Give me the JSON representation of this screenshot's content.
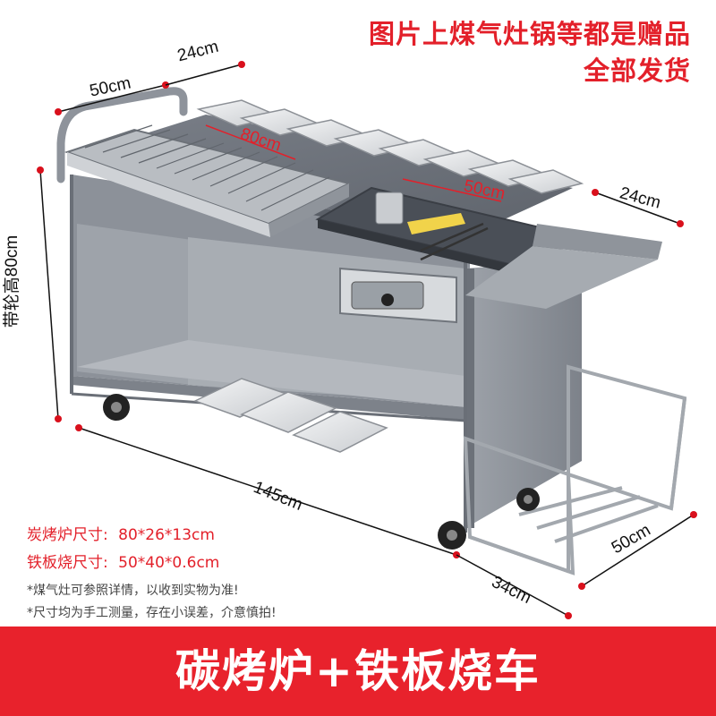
{
  "header": {
    "line1": "图片上煤气灶锅等都是赠品",
    "line2": "全部发货"
  },
  "dimensions": {
    "top_depth_left": "50cm",
    "top_width_small": "24cm",
    "grill_length": "80cm",
    "griddle_length": "50cm",
    "side_shelf": "24cm",
    "height_with_wheels": "带轮高80cm",
    "total_length": "145cm",
    "rack_depth": "50cm",
    "rack_width": "34cm"
  },
  "specs": [
    {
      "label": "炭烤炉尺寸:",
      "value": "80*26*13cm"
    },
    {
      "label": "铁板烧尺寸:",
      "value": "50*40*0.6cm"
    }
  ],
  "notes": [
    "*煤气灶可参照详情，以收到实物为准!",
    "*尺寸均为手工测量，存在小误差，介意慎拍!"
  ],
  "banner": {
    "title": "碳烤炉+铁板烧车"
  },
  "colors": {
    "accent_red": "#e3202a",
    "cart_gray": "#8a8f97",
    "dimension_dot": "#d9101c"
  }
}
